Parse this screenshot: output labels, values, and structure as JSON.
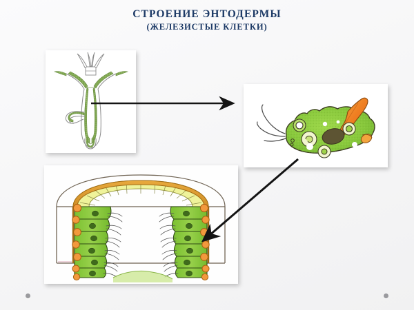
{
  "slide": {
    "title_main": "СТРОЕНИЕ  ЭНТОДЕРМЫ",
    "title_sub": "(ЖЕЛЕЗИСТЫЕ  КЛЕТКИ)",
    "title_color": "#1d3a66",
    "background_color": "#f6f6f7"
  },
  "panels": [
    {
      "id": "hydra-longitudinal-section",
      "caption": "",
      "description": "Продольный разрез гидры с зелёной энтодермой",
      "colors": {
        "entoderm": "#7dab54",
        "outline": "#7d7d7d",
        "body": "#ffffff"
      }
    },
    {
      "id": "gland-cell",
      "caption": "",
      "description": "Железистая клетка энтодермы со жгутиками, вакуолями и ядром",
      "colors": {
        "cytoplasm": "#86c440",
        "nucleus": "#5d5433",
        "spine": "#ef8b2c",
        "vacuole": "#ffffff"
      }
    },
    {
      "id": "body-wall-cross-section",
      "caption": "",
      "description": "Поперечный срез стенки тела гидры: энтодермальные клетки со жгутиками и железистые клетки",
      "colors": {
        "entoderm": "#8cc63f",
        "gland": "#f0943a",
        "ectoderm": "#eef28a",
        "mesoglea": "#d9a441",
        "nucleus": "#4e7a26"
      }
    }
  ],
  "arrows": [
    {
      "id": "arrow-hydra-to-cell",
      "from": "hydra-longitudinal-section",
      "to": "gland-cell",
      "direction": "right",
      "color": "#1a1a1a"
    },
    {
      "id": "arrow-cell-to-section",
      "from": "gland-cell",
      "to": "body-wall-cross-section",
      "direction": "down-left",
      "color": "#1a1a1a"
    }
  ],
  "decorations": [
    {
      "id": "dot-left",
      "color": "#9a9a9e"
    },
    {
      "id": "dot-right",
      "color": "#9a9a9e"
    }
  ]
}
